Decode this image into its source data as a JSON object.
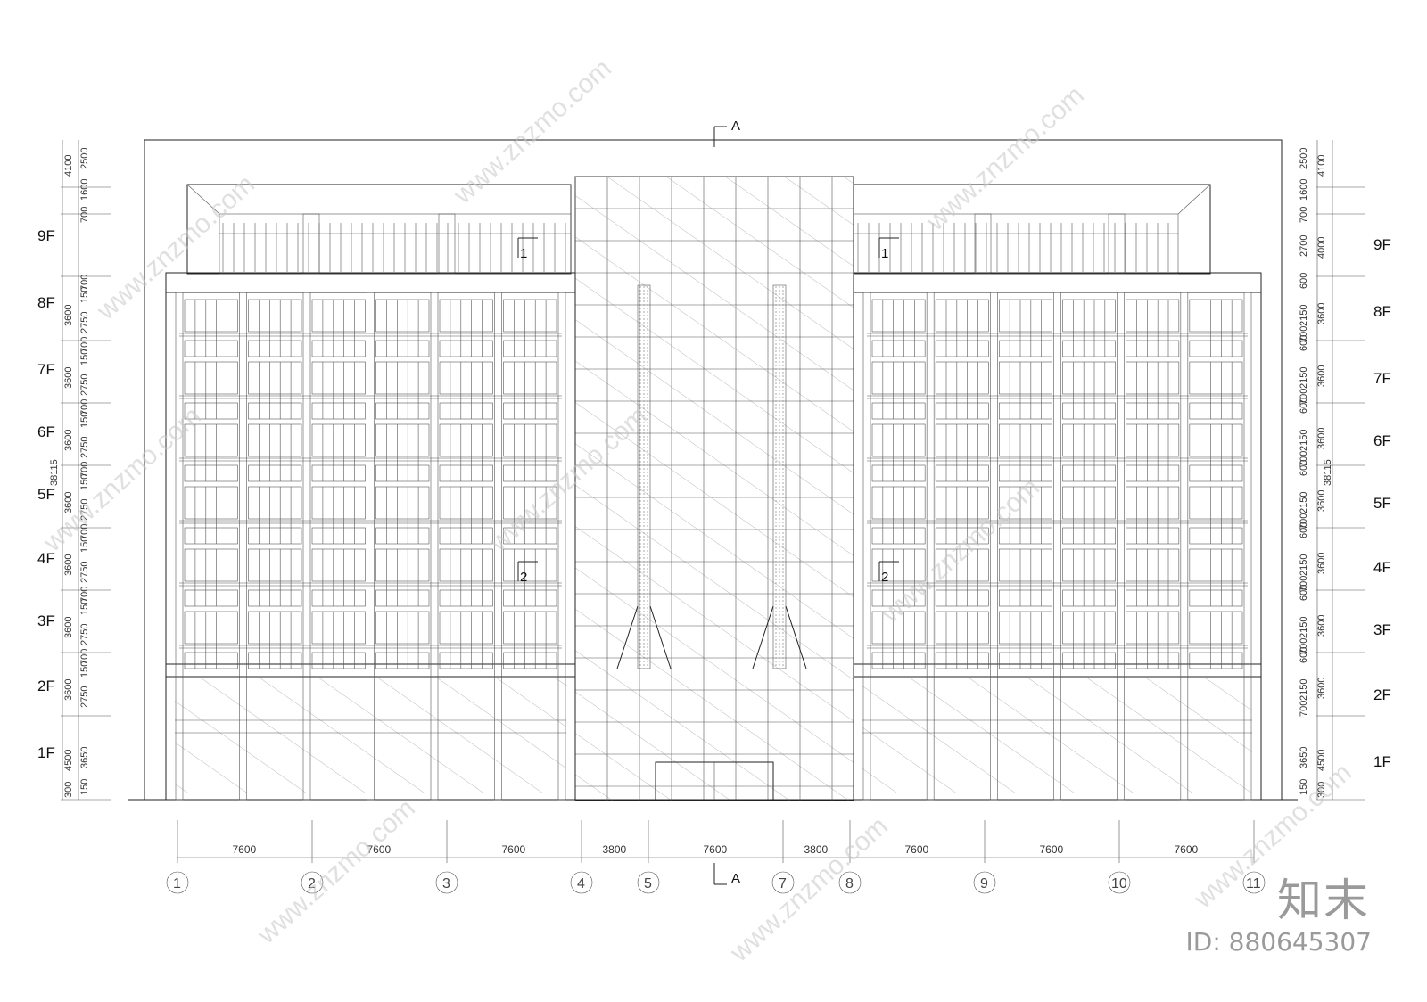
{
  "floors": [
    "9F",
    "8F",
    "7F",
    "6F",
    "5F",
    "4F",
    "3F",
    "2F",
    "1F"
  ],
  "section_labels": {
    "top": "A",
    "bottom": "A",
    "one": "1",
    "two": "2"
  },
  "total_height": "38115",
  "left_dims": {
    "roof": [
      "2500",
      "1600",
      "4100",
      "700"
    ],
    "typical": [
      "700",
      "150",
      "3600",
      "2750"
    ],
    "ground": [
      "4500",
      "3650",
      "150",
      "300"
    ]
  },
  "right_dims": {
    "roof": [
      "2500",
      "1600",
      "4100",
      "700",
      "2700",
      "4000"
    ],
    "typical": [
      "600",
      "3600",
      "2150",
      "700",
      "150"
    ],
    "ground": [
      "4500",
      "3650",
      "150",
      "300"
    ]
  },
  "axis_spans": [
    "7600",
    "7600",
    "7600",
    "3800",
    "7600",
    "3800",
    "7600",
    "7600",
    "7600"
  ],
  "axis_numbers": [
    "1",
    "2",
    "3",
    "4",
    "5",
    "7",
    "8",
    "9",
    "10",
    "11"
  ],
  "watermark": "www.znzmo.com",
  "brand": "知末",
  "image_id": "ID: 880645307"
}
